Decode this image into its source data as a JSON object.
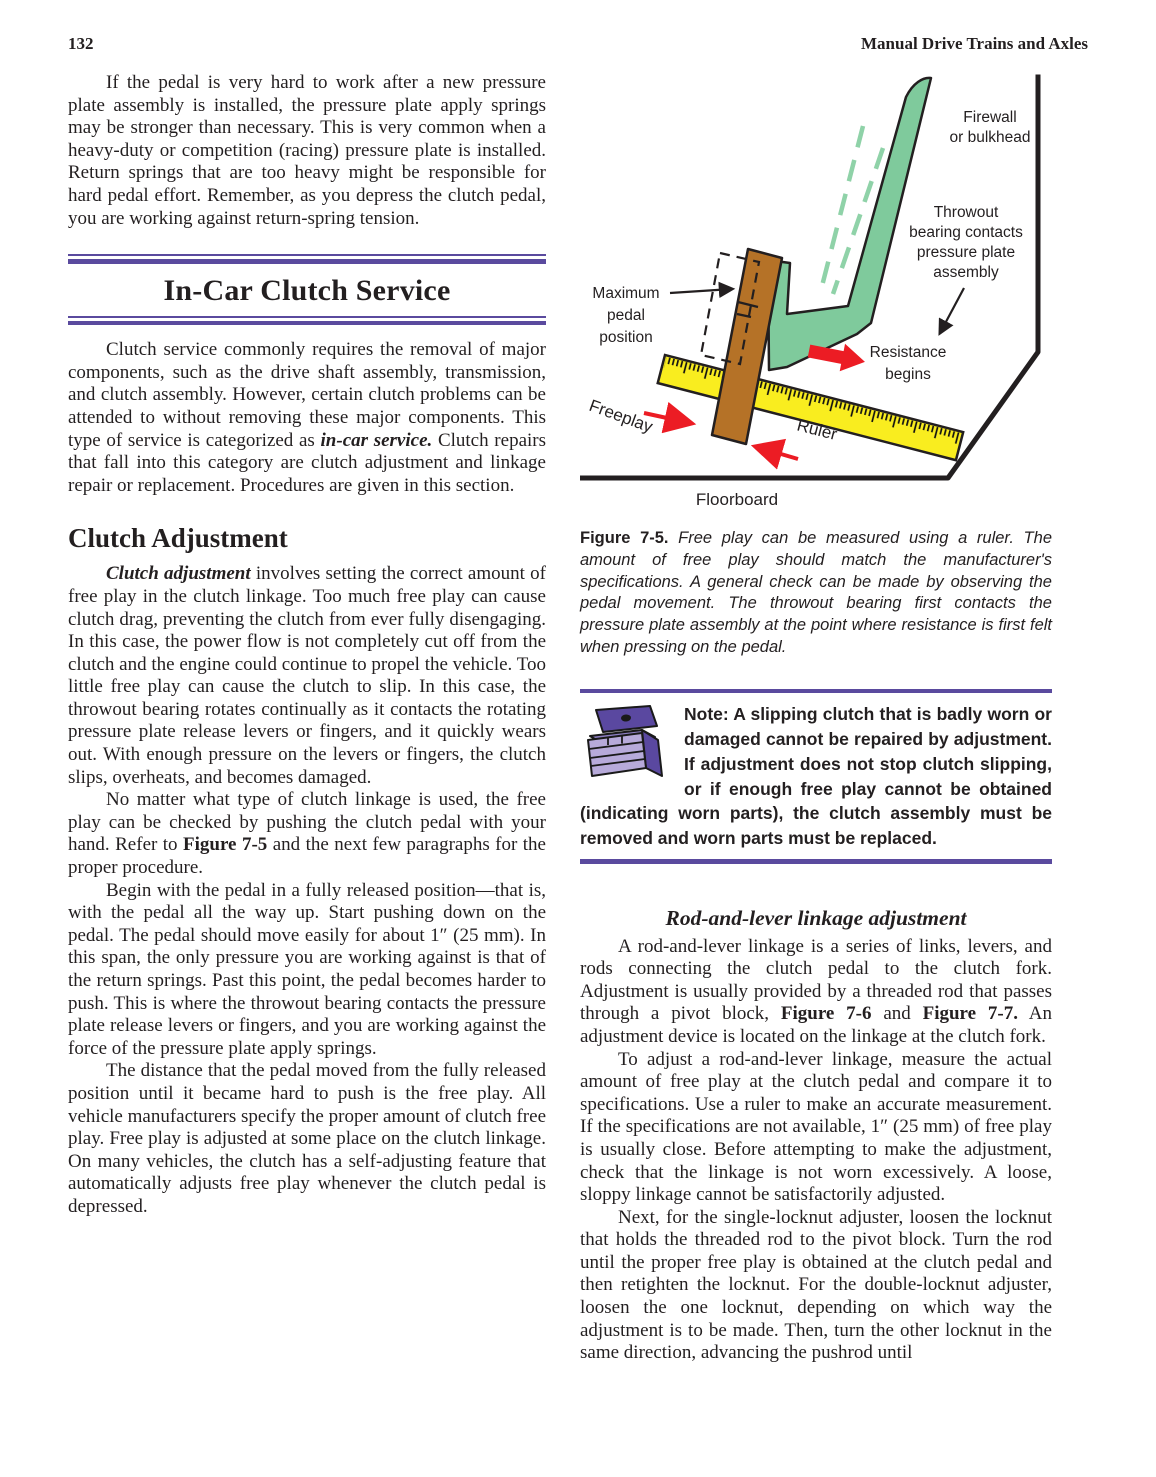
{
  "page": {
    "number": "132",
    "running_head": "Manual Drive Trains and Axles"
  },
  "accent_color": "#5a4a9e",
  "left_column": {
    "intro_para": [
      {
        "t": "If the pedal is very hard to work after a new pressure plate assembly is installed, the pressure plate apply springs may be stronger than necessary. This is very common when a heavy-duty or competition (racing) pressure plate is installed. Return springs that are too heavy might be responsible for hard pedal effort. Remember, as you depress the clutch pedal, you are working against return-spring tension."
      }
    ],
    "section_title": "In-Car Clutch Service",
    "service_para": [
      {
        "t": "Clutch service commonly requires the removal of major components, such as the drive shaft assembly, transmission, and clutch assembly. However, certain clutch problems can be attended to without removing these major components. This type of service is categorized as "
      },
      {
        "t": "in-car service.",
        "s": "bi"
      },
      {
        "t": " Clutch repairs that fall into this category are clutch adjustment and linkage repair or replacement. Procedures are given in this section."
      }
    ],
    "subheading": "Clutch Adjustment",
    "paras": [
      [
        {
          "t": "Clutch adjustment",
          "s": "bi"
        },
        {
          "t": " involves setting the correct amount of free play in the clutch linkage. Too much free play can cause clutch drag, preventing the clutch from ever fully disengaging. In this case, the power flow is not completely cut off from the clutch and the engine could continue to propel the vehicle. Too little free play can cause the clutch to slip. In this case, the throwout bearing rotates continually as it contacts the rotating pressure plate release levers or fingers, and it quickly wears out. With enough pressure on the levers or fingers, the clutch slips, overheats, and becomes damaged."
        }
      ],
      [
        {
          "t": "No matter what type of clutch linkage is used, the free play can be checked by pushing the clutch pedal with your hand. Refer to "
        },
        {
          "t": "Figure 7-5",
          "s": "b"
        },
        {
          "t": " and the next few paragraphs for the proper procedure."
        }
      ],
      [
        {
          "t": "Begin with the pedal in a fully released position—that is, with the pedal all the way up. Start pushing down on the pedal. The pedal should move easily for about 1″ (25 mm). In this span, the only pressure you are working against is that of the return springs. Past this point, the pedal becomes harder to push. This is where the throwout bearing contacts the pressure plate release levers or fingers, and you are working against the force of the pressure plate apply springs."
        }
      ],
      [
        {
          "t": "The distance that the pedal moved from the fully released position until it became hard to push is the free play. All vehicle manufacturers specify the proper amount of clutch free play. Free play is adjusted at some place on the clutch linkage. On many vehicles, the clutch has a self-adjusting feature that automatically adjusts free play whenever the clutch pedal is depressed."
        }
      ]
    ]
  },
  "right_column": {
    "figure": {
      "labels": {
        "firewall_1": "Firewall",
        "firewall_2": "or bulkhead",
        "throwout_1": "Throwout",
        "throwout_2": "bearing contacts",
        "throwout_3": "pressure plate",
        "throwout_4": "assembly",
        "max_1": "Maximum",
        "max_2": "pedal",
        "max_3": "position",
        "resistance_1": "Resistance",
        "resistance_2": "begins",
        "freeplay": "Freeplay",
        "ruler": "Ruler",
        "floorboard": "Floorboard"
      },
      "colors": {
        "pedal_green": "#7fca9c",
        "released_dash_green": "#8fd2a8",
        "pedal_brown": "#b57227",
        "ruler_yellow": "#f9ed1f",
        "arrow_red": "#ec1c24",
        "line_black": "#231f20"
      }
    },
    "caption": [
      {
        "t": "Figure 7-5.",
        "s": "b"
      },
      {
        "t": " Free play can be measured using a ruler. The amount of free play should match the manufacturer's specifications. A general check can be made by observing the pedal movement. The throwout bearing first contacts the pressure plate assembly at the point where resistance is first felt when pressing on the pedal.",
        "s": "i"
      }
    ],
    "note": [
      {
        "t": "Note: A slipping clutch that is badly worn or damaged cannot be repaired by adjustment. If adjustment does not stop clutch slipping, or if enough free play cannot be obtained (indicating worn parts), the clutch assembly must be removed and worn parts must be replaced.",
        "s": "b"
      }
    ],
    "sub_subheading": "Rod-and-lever linkage adjustment",
    "paras": [
      [
        {
          "t": "A rod-and-lever linkage is a series of links, levers, and rods connecting the clutch pedal to the clutch fork. Adjustment is usually provided by a threaded rod that passes through a pivot block, "
        },
        {
          "t": "Figure 7-6",
          "s": "b"
        },
        {
          "t": " and "
        },
        {
          "t": "Figure 7-7.",
          "s": "b"
        },
        {
          "t": " An adjustment device is located on the linkage at the clutch fork."
        }
      ],
      [
        {
          "t": "To adjust a rod-and-lever linkage, measure the actual amount of free play at the clutch pedal and compare it to specifications. Use a ruler to make an accurate measurement. If the specifications are not available, 1″ (25 mm) of free play is usually close. Before attempting to make the adjustment, check that the linkage is not worn excessively. A loose, sloppy linkage cannot be satisfactorily adjusted."
        }
      ],
      [
        {
          "t": "Next, for the single-locknut adjuster, loosen the locknut that holds the threaded rod to the pivot block. Turn the rod until the proper free play is obtained at the clutch pedal and then retighten the locknut. For the double-locknut adjuster, loosen the one locknut, depending on which way the adjustment is to be made. Then, turn the other locknut in the same direction, advancing the pushrod until"
        }
      ]
    ]
  }
}
